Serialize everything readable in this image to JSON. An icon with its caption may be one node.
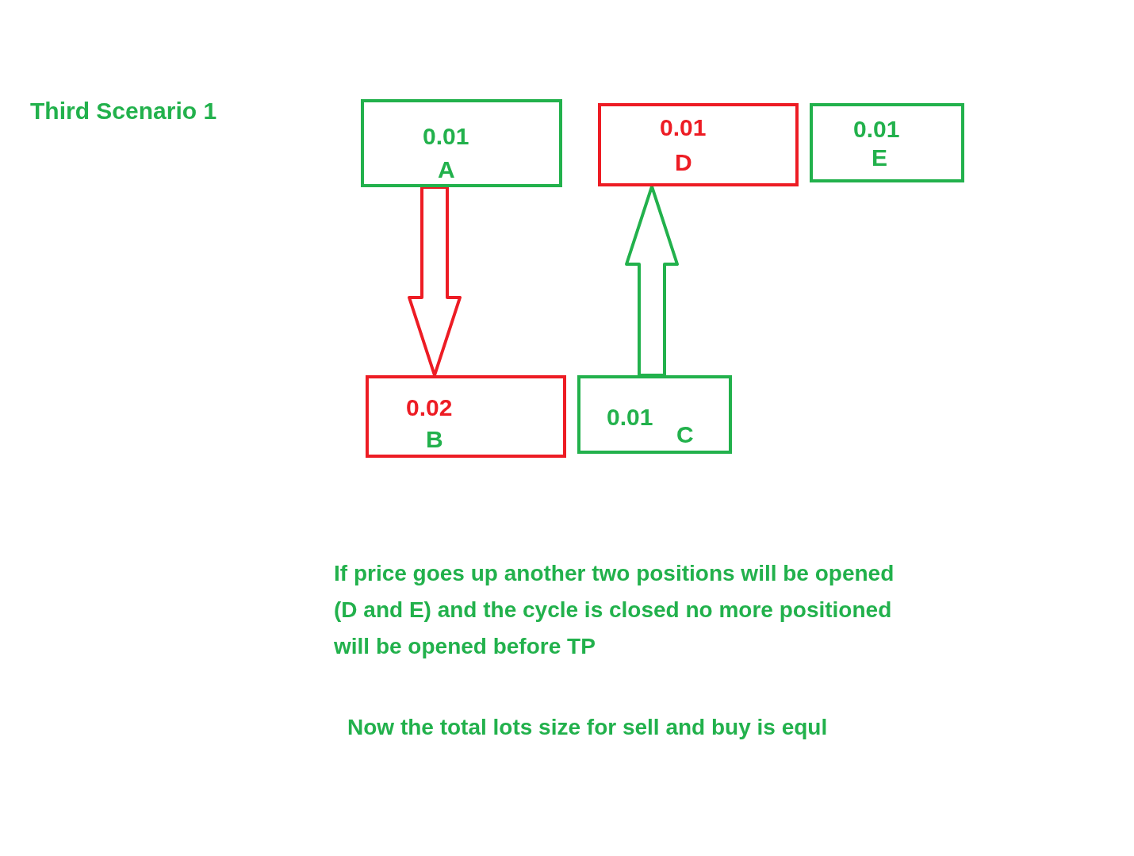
{
  "diagram": {
    "title": "Third  Scenario  1",
    "nodes": [
      {
        "text": [
          "0.01",
          "A"
        ]
      },
      {
        "text": [
          "0.01",
          "D"
        ]
      },
      {
        "text": [
          "0.01",
          "E"
        ]
      },
      {
        "text": [
          "0.02",
          "B"
        ]
      },
      {
        "text": [
          "0.01",
          "C"
        ]
      }
    ],
    "edges": [
      {
        "from": 0,
        "to": 3,
        "arrow": "to",
        "style": "thick",
        "color": "#ed1c24"
      },
      {
        "from": 4,
        "to": 1,
        "arrow": "to",
        "style": "thick",
        "color": "#22b14c"
      }
    ],
    "labels": [
      "If price goes up another two positions will be opened (D and E) and the cycle is closed no more positioned will be opened before TP",
      "Now the total lots size for sell and buy is equl"
    ]
  }
}
